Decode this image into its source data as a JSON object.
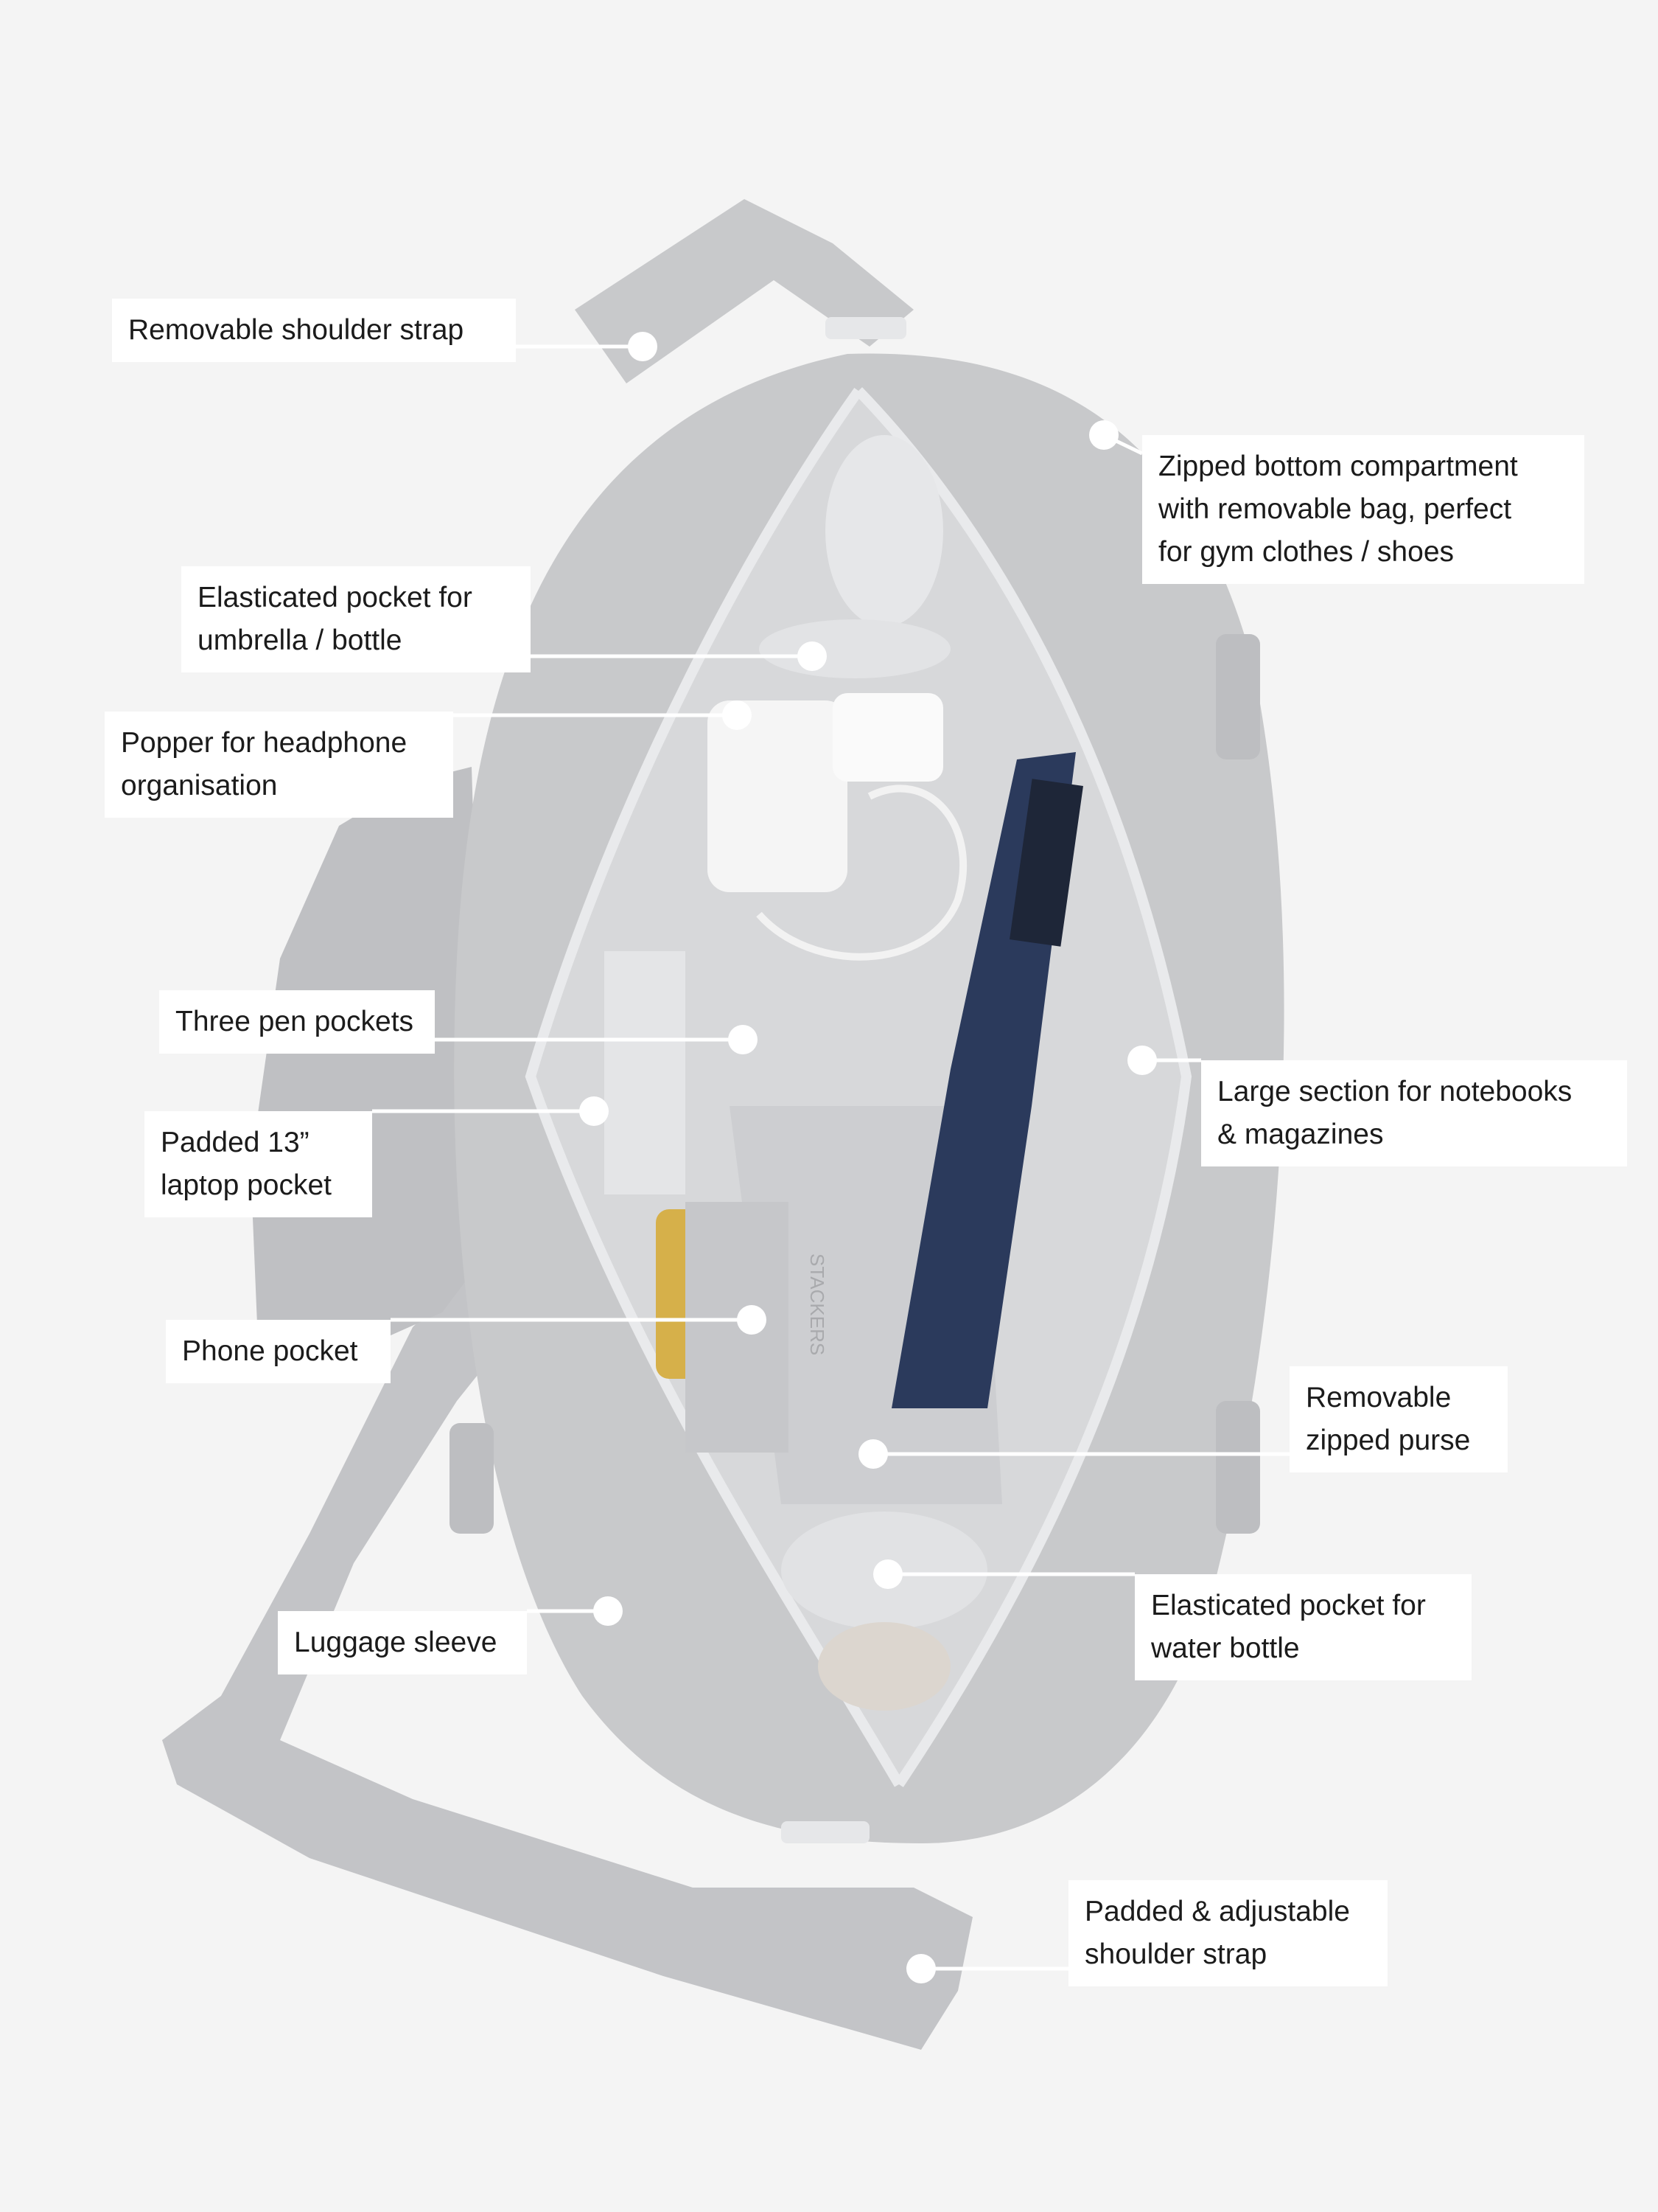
{
  "colors": {
    "background": "#f4f4f4",
    "bag": "#c8c9cb",
    "bag_shadow": "#b3b4b7",
    "interior": "#d7d8da",
    "zip": "#e9eaec",
    "brush": "#2b3a5c",
    "label_bg": "#ffffff"
  },
  "bag_brand_text": "STACKERS",
  "labels": {
    "shoulder_strap": "Removable shoulder strap",
    "zipped_bottom": [
      "Zipped bottom compartment",
      "with removable bag, perfect",
      "for gym clothes / shoes"
    ],
    "umbrella_pocket": [
      "Elasticated pocket for",
      "umbrella / bottle"
    ],
    "popper": [
      "Popper for headphone",
      "organisation"
    ],
    "pen_pockets": "Three pen pockets",
    "laptop_pocket": [
      "Padded 13”",
      "laptop pocket"
    ],
    "phone_pocket": "Phone pocket",
    "large_section": [
      "Large section for notebooks",
      "& magazines"
    ],
    "purse": [
      "Removable",
      "zipped purse"
    ],
    "water_pocket": [
      "Elasticated pocket for",
      "water bottle"
    ],
    "luggage_sleeve": "Luggage sleeve",
    "padded_strap": [
      "Padded & adjustable",
      "shoulder strap"
    ]
  }
}
